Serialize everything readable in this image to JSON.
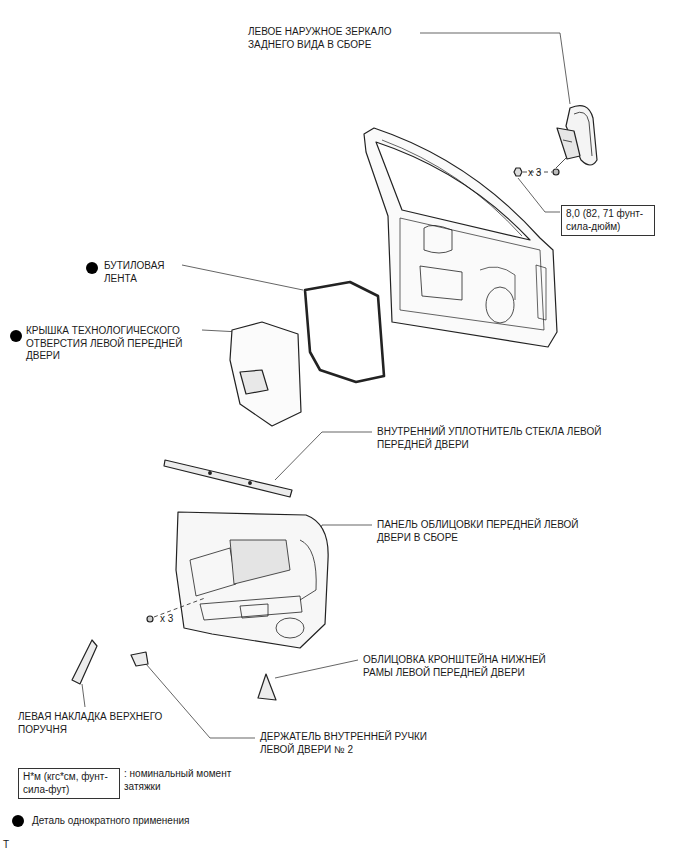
{
  "diagram": {
    "nodes": [
      {
        "text": [
          "8,0 (82, 71 фунт-сила-дюйм)"
        ]
      },
      {
        "text": [
          "Н*м (кгс*см, фунт-сила-фут)"
        ]
      }
    ],
    "labels": [
      "ЛЕВОЕ НАРУЖНОЕ ЗЕРКАЛО ЗАДНЕГО ВИДА В СБОРЕ",
      "x 3",
      "БУТИЛОВАЯ ЛЕНТА",
      "КРЫШКА ТЕХНОЛОГИЧЕСКОГО ОТВЕРСТИЯ ЛЕВОЙ ПЕРЕДНЕЙ ДВЕРИ",
      "ВНУТРЕННИЙ УПЛОТНИТЕЛЬ СТЕКЛА ЛЕВОЙ ПЕРЕДНЕЙ ДВЕРИ",
      "ПАНЕЛЬ ОБЛИЦОВКИ ПЕРЕДНЕЙ ЛЕВОЙ ДВЕРИ В СБОРЕ",
      "x 3",
      "ОБЛИЦОВКА КРОНШТЕЙНА НИЖНЕЙ РАМЫ ЛЕВОЙ ПЕРЕДНЕЙ ДВЕРИ",
      "ЛЕВАЯ НАКЛАДКА ВЕРХНЕГО ПОРУЧНЯ",
      "ДЕРЖАТЕЛЬ ВНУТРЕННЕЙ РУЧКИ ЛЕВОЙ ДВЕРИ № 2",
      ": номинальный момент затяжки",
      "T"
    ],
    "legend": [
      {
        "text": "Деталь однократного применения"
      }
    ]
  }
}
